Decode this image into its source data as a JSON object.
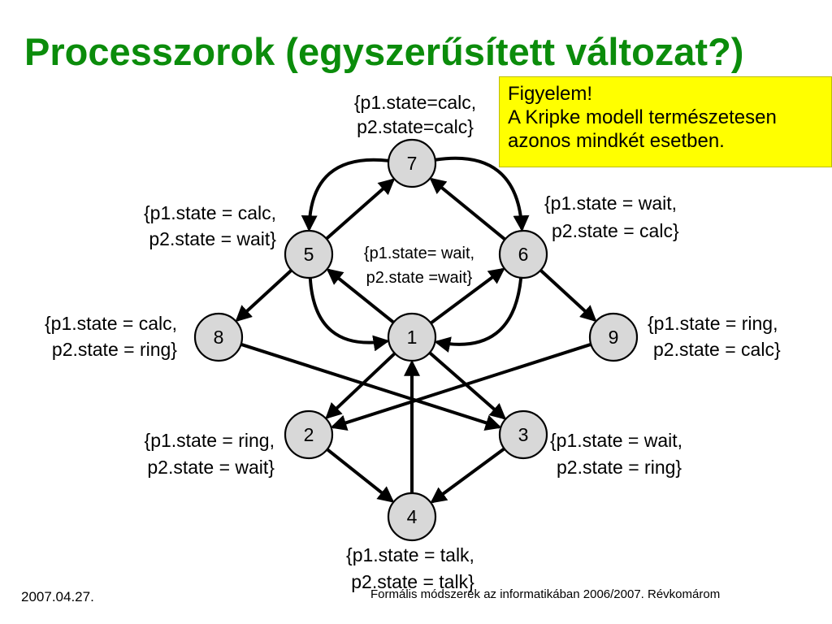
{
  "title": "Processzorok (egyszerűsített változat?)",
  "note": {
    "lines": [
      "Figyelem!",
      "A Kripke modell természetesen",
      "azonos mindkét esetben."
    ],
    "background": "#ffff00"
  },
  "colors": {
    "title": "#0b8c0b",
    "node_fill": "#d8d8d8"
  },
  "nodes": [
    {
      "id": "7",
      "label": "7"
    },
    {
      "id": "5",
      "label": "5"
    },
    {
      "id": "6",
      "label": "6"
    },
    {
      "id": "8",
      "label": "8"
    },
    {
      "id": "1",
      "label": "1"
    },
    {
      "id": "9",
      "label": "9"
    },
    {
      "id": "2",
      "label": "2"
    },
    {
      "id": "3",
      "label": "3"
    },
    {
      "id": "4",
      "label": "4"
    }
  ],
  "state_labels": {
    "s7": [
      "{p1.state=calc,",
      "p2.state=calc}"
    ],
    "s5": [
      "{p1.state = calc,",
      "p2.state = wait}"
    ],
    "s6": [
      "{p1.state = wait,",
      "p2.state = calc}"
    ],
    "s1": [
      "{p1.state= wait,",
      "p2.state =wait}"
    ],
    "s8": [
      "{p1.state = calc,",
      "p2.state = ring}"
    ],
    "s9": [
      "{p1.state = ring,",
      "p2.state = calc}"
    ],
    "s2": [
      "{p1.state = ring,",
      "p2.state = wait}"
    ],
    "s3": [
      "{p1.state = wait,",
      "p2.state = ring}"
    ],
    "s4": [
      "{p1.state = talk,",
      "p2.state = talk}"
    ]
  },
  "edges": [
    {
      "from": "7",
      "to": "5"
    },
    {
      "from": "5",
      "to": "7"
    },
    {
      "from": "7",
      "to": "6"
    },
    {
      "from": "6",
      "to": "7"
    },
    {
      "from": "1",
      "to": "5"
    },
    {
      "from": "5",
      "to": "1"
    },
    {
      "from": "1",
      "to": "6"
    },
    {
      "from": "6",
      "to": "1"
    },
    {
      "from": "5",
      "to": "8"
    },
    {
      "from": "6",
      "to": "9"
    },
    {
      "from": "8",
      "to": "3"
    },
    {
      "from": "9",
      "to": "2"
    },
    {
      "from": "1",
      "to": "2"
    },
    {
      "from": "1",
      "to": "3"
    },
    {
      "from": "2",
      "to": "4"
    },
    {
      "from": "3",
      "to": "4"
    },
    {
      "from": "4",
      "to": "1"
    }
  ],
  "footer": {
    "date": "2007.04.27.",
    "course": "Formális módszerek az informatikában 2006/2007. Révkomárom"
  }
}
